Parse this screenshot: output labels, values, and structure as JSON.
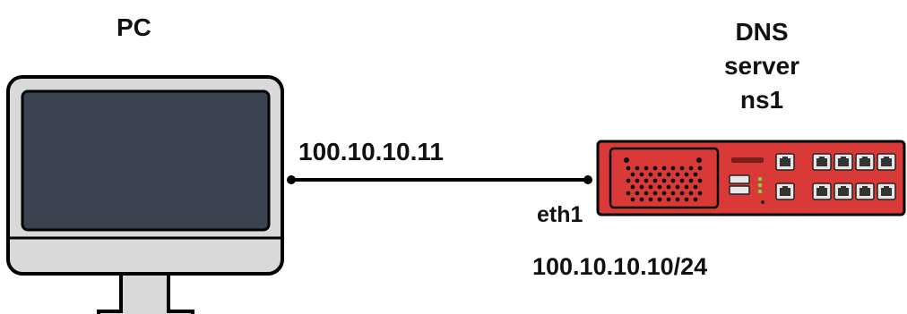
{
  "nodes": {
    "pc": {
      "label": "PC",
      "ip": "100.10.10.11",
      "icon": "monitor-icon"
    },
    "dns_server": {
      "label_lines": [
        "DNS",
        "server",
        "ns1"
      ],
      "interface": "eth1",
      "ip": "100.10.10.10/24",
      "icon": "server-icon"
    }
  },
  "link": {
    "from": "pc",
    "to": "dns_server"
  },
  "colors": {
    "server_body": "#d93a37",
    "server_outline": "#000000",
    "monitor_frame": "#d9d9d9",
    "monitor_screen": "#3a4450",
    "led_green": "#7cd64a",
    "text": "#111111"
  }
}
